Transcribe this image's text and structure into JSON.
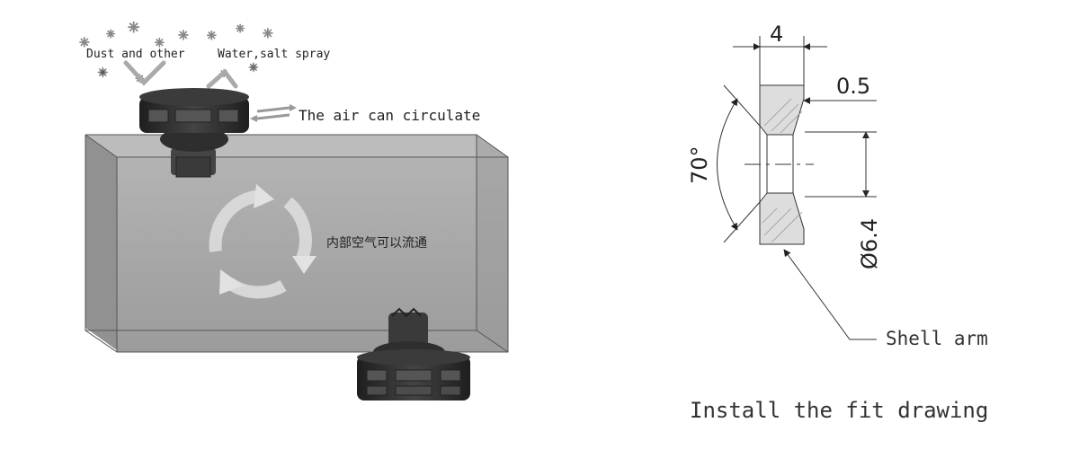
{
  "left": {
    "dust_label": "Dust and other",
    "water_label": "Water,salt spray",
    "air_label": "The air can circulate",
    "internal_label": "内部空气可以流通"
  },
  "right": {
    "dim_width": "4",
    "dim_offset": "0.5",
    "dim_angle": "70°",
    "dim_diameter": "Ø6.4",
    "shell_arm_label": "Shell arm",
    "caption": "Install the fit drawing"
  },
  "colors": {
    "box_fill": "#8f8f8f",
    "vent_dark": "#2b2b2b",
    "line": "#333333"
  }
}
